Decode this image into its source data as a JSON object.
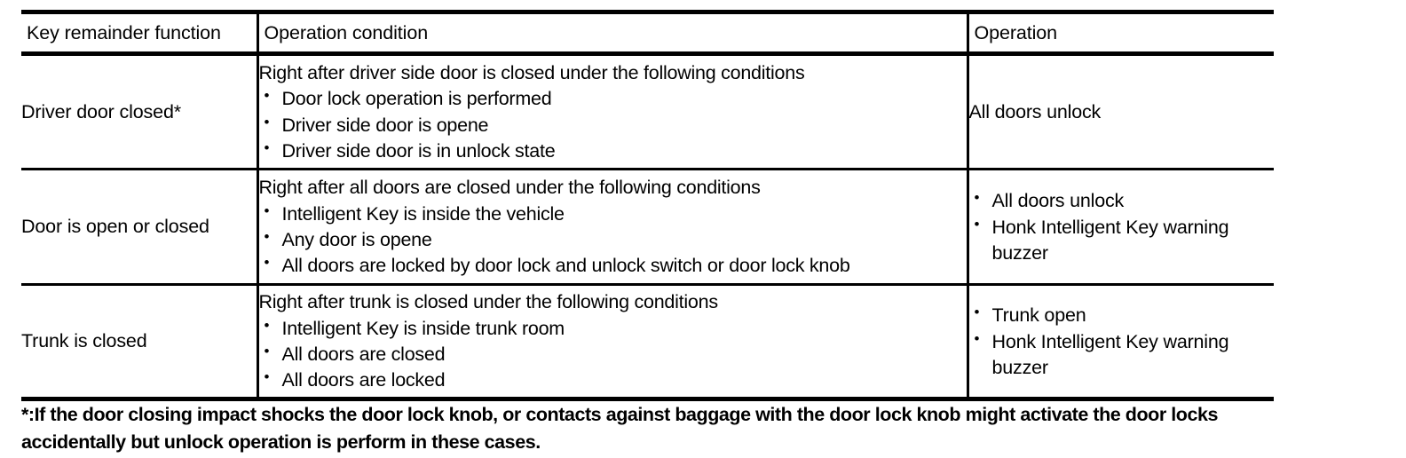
{
  "table": {
    "headers": [
      "Key remainder function",
      "Operation condition",
      "Operation"
    ],
    "rows": [
      {
        "function": "Driver door closed*",
        "condition_lead": "Right after driver side door is closed under the following conditions",
        "condition_items": [
          "Door lock operation is performed",
          "Driver side door is opene",
          "Driver side door is in unlock state"
        ],
        "operation_text": "All doors unlock",
        "operation_items": []
      },
      {
        "function": "Door is open or closed",
        "condition_lead": "Right after all doors are closed under the following conditions",
        "condition_items": [
          "Intelligent Key is inside the vehicle",
          "Any door is opene",
          "All doors are locked by door lock and unlock switch or door lock knob"
        ],
        "operation_text": "",
        "operation_items": [
          "All doors unlock",
          "Honk Intelligent Key warning buzzer"
        ]
      },
      {
        "function": "Trunk is closed",
        "condition_lead": "Right after trunk is closed under the following conditions",
        "condition_items": [
          "Intelligent Key is inside trunk room",
          "All doors are closed",
          "All doors are locked"
        ],
        "operation_text": "",
        "operation_items": [
          "Trunk open",
          "Honk Intelligent Key warning buzzer"
        ]
      }
    ],
    "bullet_glyph": "•"
  },
  "footnote": {
    "line1": "*:If the door closing impact shocks the door lock knob, or contacts against baggage with the door lock knob might activate the door locks",
    "line2": "accidentally but unlock operation is perform in these cases."
  },
  "colors": {
    "text": "#000000",
    "rule": "#000000",
    "background": "#ffffff"
  }
}
